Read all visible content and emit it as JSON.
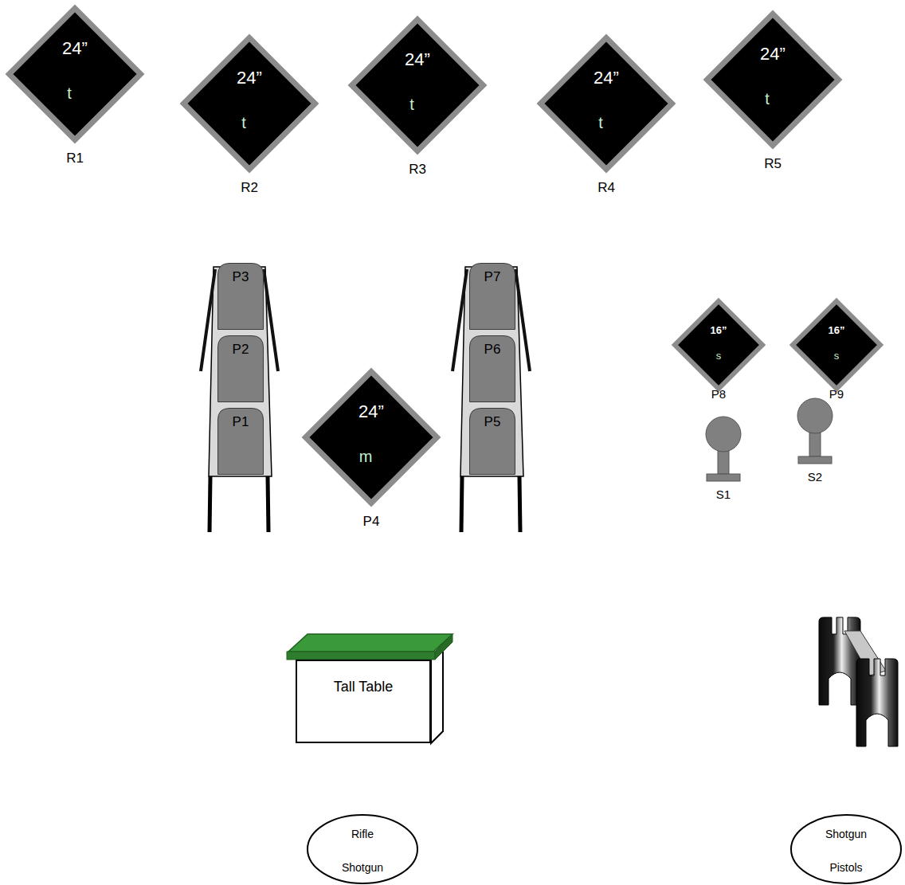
{
  "diagram": {
    "nodes": [
      {
        "text": [
          "24”",
          "t",
          "R1"
        ]
      },
      {
        "text": [
          "24”",
          "t",
          "R2"
        ]
      },
      {
        "text": [
          "24”",
          "t",
          "R3"
        ]
      },
      {
        "text": [
          "24”",
          "t",
          "R4"
        ]
      },
      {
        "text": [
          "24”",
          "t",
          "R5"
        ]
      },
      {
        "text": [
          "P3"
        ]
      },
      {
        "text": [
          "P7"
        ]
      },
      {
        "text": [
          "16”",
          "s",
          "P8"
        ]
      },
      {
        "text": [
          "16”",
          "s",
          "P9"
        ]
      },
      {
        "text": [
          "P2"
        ]
      },
      {
        "text": [
          "P6"
        ]
      },
      {
        "text": [
          "P1"
        ]
      },
      {
        "text": [
          "24”",
          "m",
          "P4"
        ]
      },
      {
        "text": [
          "P5"
        ]
      },
      {
        "text": [
          "S1"
        ]
      },
      {
        "text": [
          "S2"
        ]
      },
      {
        "text": [
          "Tall Table"
        ]
      },
      {
        "text": [
          "Rifle",
          "Shotgun"
        ]
      },
      {
        "text": [
          "Shotgun",
          "Pistols"
        ]
      }
    ]
  }
}
